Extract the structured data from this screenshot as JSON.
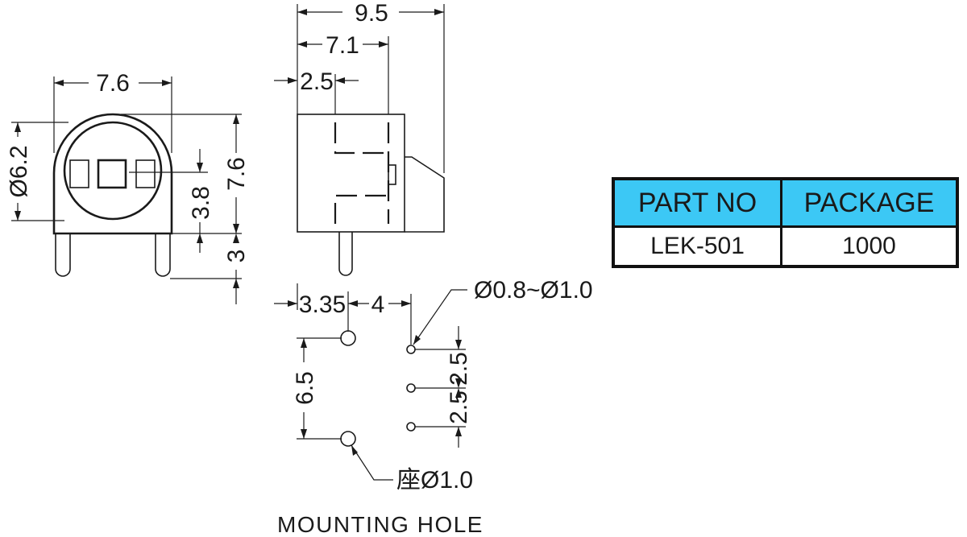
{
  "front_view": {
    "width_label": "7.6",
    "diameter_label": "Ø6.2",
    "height_label": "7.6",
    "window_label": "3.8",
    "pin_label": "3"
  },
  "side_view": {
    "overall_label": "9.5",
    "body_label": "7.1",
    "offset_label": "2.5"
  },
  "mounting_hole": {
    "pitch1_label": "3.35",
    "pitch2_label": "4",
    "hole_label": "Ø0.8~Ø1.0",
    "vertical_label": "6.5",
    "pin_pitch_top": "2.5",
    "pin_pitch_bottom": "2.5",
    "seat_label": "座Ø1.0",
    "caption": "MOUNTING HOLE"
  },
  "table": {
    "headers": [
      "PART NO",
      "PACKAGE"
    ],
    "row": [
      "LEK-501",
      "1000"
    ],
    "header_color": "#3cc8f5"
  }
}
